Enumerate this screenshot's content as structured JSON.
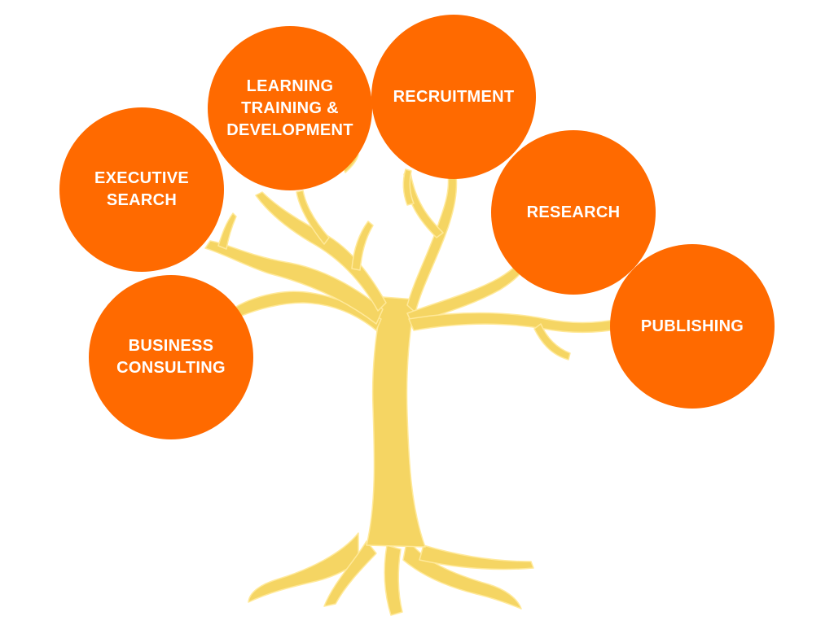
{
  "colors": {
    "background": "#ffffff",
    "node_fill": "#ff6a00",
    "node_text": "#ffffff",
    "tree_fill": "#f5d563",
    "tree_outline": "#ffe99a"
  },
  "icons": {
    "tree": "tree-icon"
  },
  "nodes": {
    "executive_search": "EXECUTIVE\nSEARCH",
    "learning": "LEARNING\nTRAINING &\nDEVELOPMENT",
    "recruitment": "RECRUITMENT",
    "research": "RESEARCH",
    "business_consulting": "BUSINESS\nCONSULTING",
    "publishing": "PUBLISHING"
  }
}
